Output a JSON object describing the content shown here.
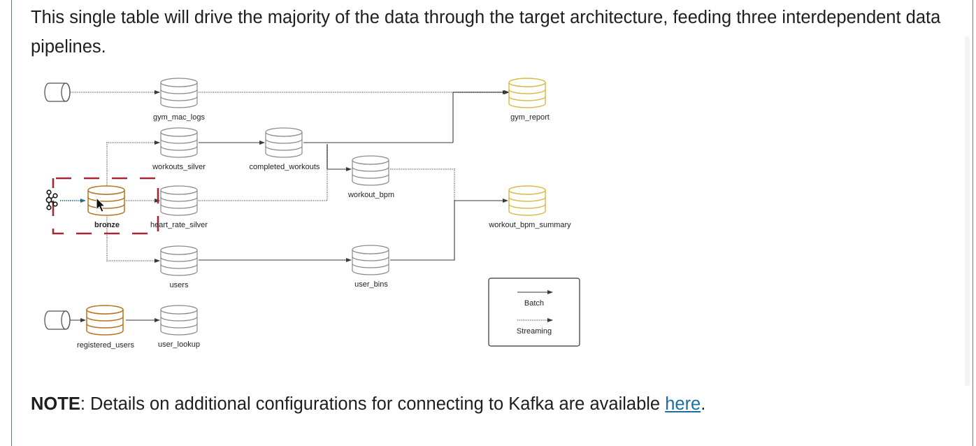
{
  "intro_text": "This single table will drive the majority of the data through the target architecture, feeding three interdependent data pipelines.",
  "note": {
    "label": "NOTE",
    "text": ": Details on additional configurations for connecting to Kafka are available ",
    "link": "here",
    "end": "."
  },
  "diagram": {
    "nodes": {
      "gym_mac_logs": "gym_mac_logs",
      "workouts_silver": "workouts_silver",
      "completed_workouts": "completed_workouts",
      "bronze": "bronze",
      "heart_rate_silver": "heart_rate_silver",
      "workout_bpm": "workout_bpm",
      "gym_report": "gym_report",
      "workout_bpm_summary": "workout_bpm_summary",
      "users": "users",
      "user_bins": "user_bins",
      "registered_users": "registered_users",
      "user_lookup": "user_lookup"
    },
    "legend": {
      "batch": "Batch",
      "streaming": "Streaming"
    },
    "colors": {
      "silver": "#8a8a8a",
      "gold": "#d9b93c",
      "bronze": "#b8741f",
      "highlight": "#a3293a",
      "kafka_arrow": "#2b6f8a"
    }
  }
}
